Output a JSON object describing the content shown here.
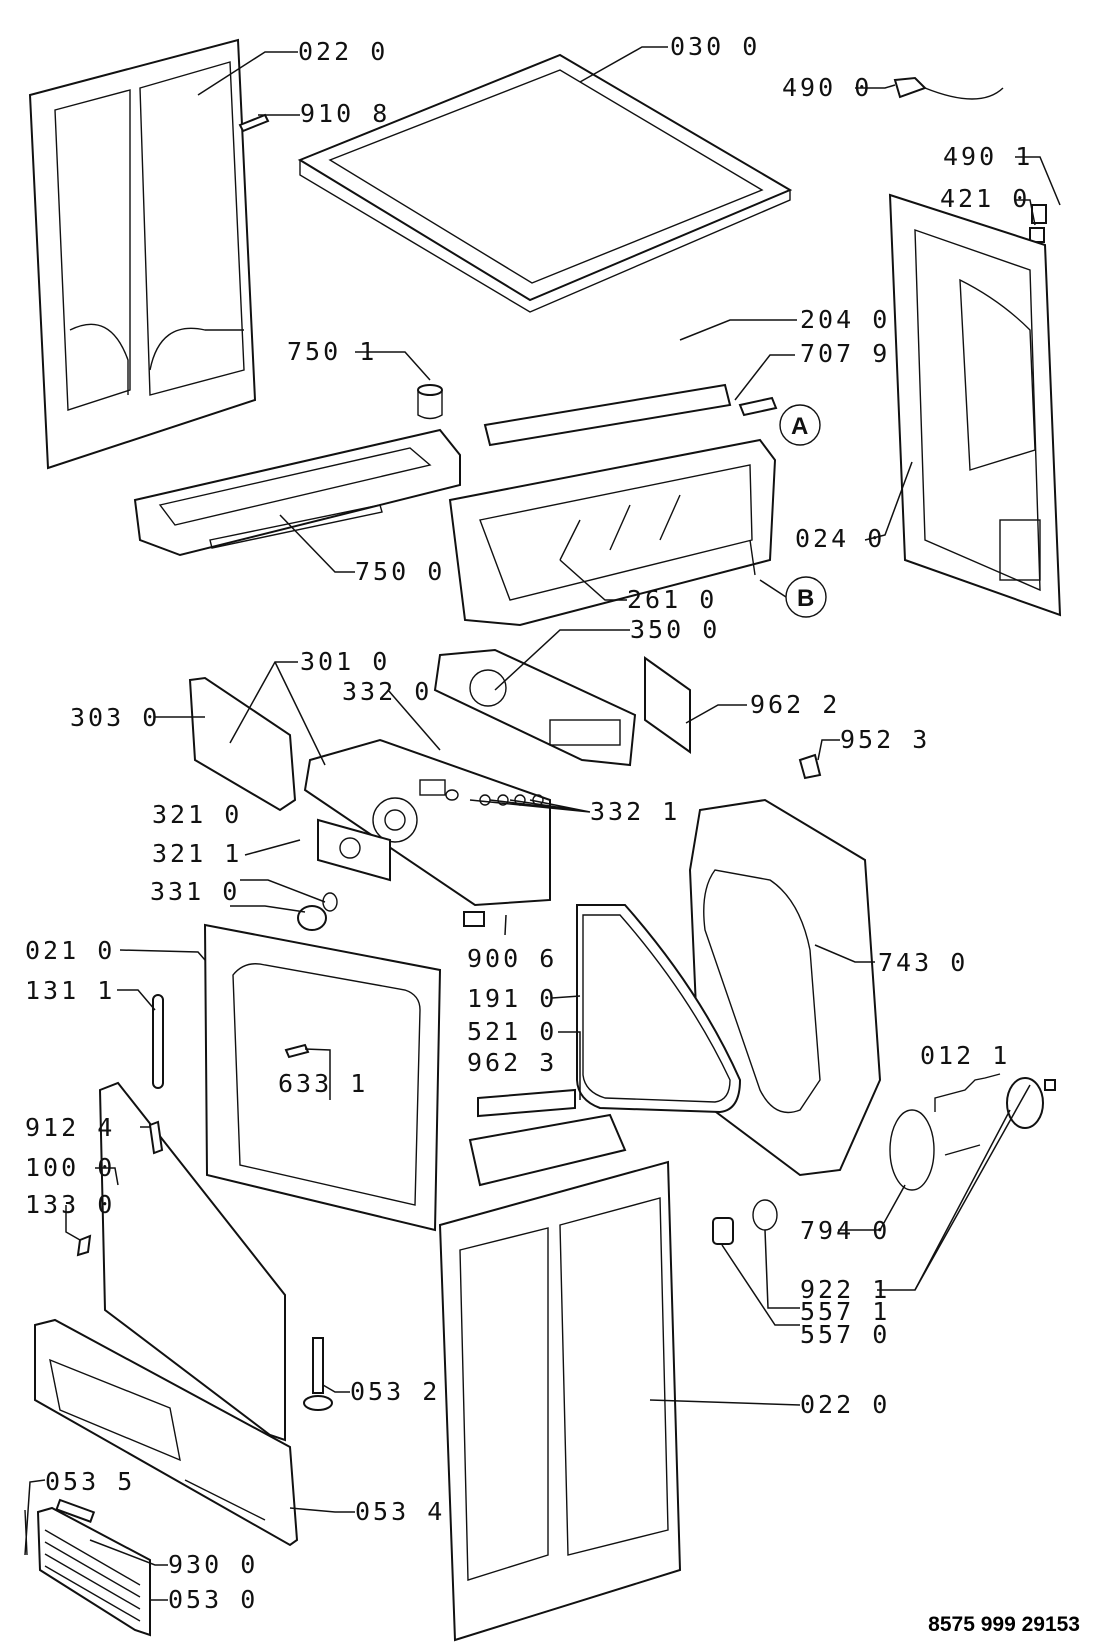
{
  "diagram": {
    "type": "exploded-parts-diagram",
    "document_number": "8575 999 29153",
    "callouts": [
      "A",
      "B"
    ],
    "labels": [
      {
        "id": "side-panel-left",
        "text": "022 0"
      },
      {
        "id": "screw-top",
        "text": "910 8"
      },
      {
        "id": "top-cover",
        "text": "030 0"
      },
      {
        "id": "power-cord",
        "text": "490 0"
      },
      {
        "id": "cord-clamp",
        "text": "490 1"
      },
      {
        "id": "connector",
        "text": "421 0"
      },
      {
        "id": "seal-strip",
        "text": "204 0"
      },
      {
        "id": "hose-connector",
        "text": "707 9"
      },
      {
        "id": "cap",
        "text": "750 1"
      },
      {
        "id": "water-container-holder",
        "text": "750 0"
      },
      {
        "id": "back-panel",
        "text": "024 0"
      },
      {
        "id": "condenser-housing",
        "text": "261 0"
      },
      {
        "id": "control-panel-frame",
        "text": "301 0"
      },
      {
        "id": "electronic-module",
        "text": "350 0"
      },
      {
        "id": "knob-small",
        "text": "332 0"
      },
      {
        "id": "water-container",
        "text": "303 0"
      },
      {
        "id": "label-sticker",
        "text": "962 2"
      },
      {
        "id": "pin",
        "text": "952 3"
      },
      {
        "id": "buttons",
        "text": "332 1"
      },
      {
        "id": "control-panel-fascia",
        "text": "321 0"
      },
      {
        "id": "ring",
        "text": "321 1"
      },
      {
        "id": "knob",
        "text": "331 0"
      },
      {
        "id": "clip",
        "text": "900 6"
      },
      {
        "id": "front-panel",
        "text": "021 0"
      },
      {
        "id": "door-lock",
        "text": "131 1"
      },
      {
        "id": "rear-drum-support",
        "text": "743 0"
      },
      {
        "id": "gasket",
        "text": "191 0"
      },
      {
        "id": "pcb",
        "text": "521 0"
      },
      {
        "id": "label-pcb",
        "text": "962 3"
      },
      {
        "id": "door-catch",
        "text": "633 1"
      },
      {
        "id": "bearing-kit",
        "text": "012 1"
      },
      {
        "id": "screw-door",
        "text": "912 4"
      },
      {
        "id": "door",
        "text": "100 0"
      },
      {
        "id": "door-hinge",
        "text": "133 0"
      },
      {
        "id": "belt",
        "text": "794 0"
      },
      {
        "id": "bushing",
        "text": "922 1"
      },
      {
        "id": "o-ring",
        "text": "557 1"
      },
      {
        "id": "sensor",
        "text": "557 0"
      },
      {
        "id": "side-panel-right",
        "text": "022 0"
      },
      {
        "id": "foot",
        "text": "053 2"
      },
      {
        "id": "kickplate",
        "text": "053 4"
      },
      {
        "id": "strip",
        "text": "053 5"
      },
      {
        "id": "filter",
        "text": "930 0"
      },
      {
        "id": "grille",
        "text": "053 0"
      }
    ]
  }
}
